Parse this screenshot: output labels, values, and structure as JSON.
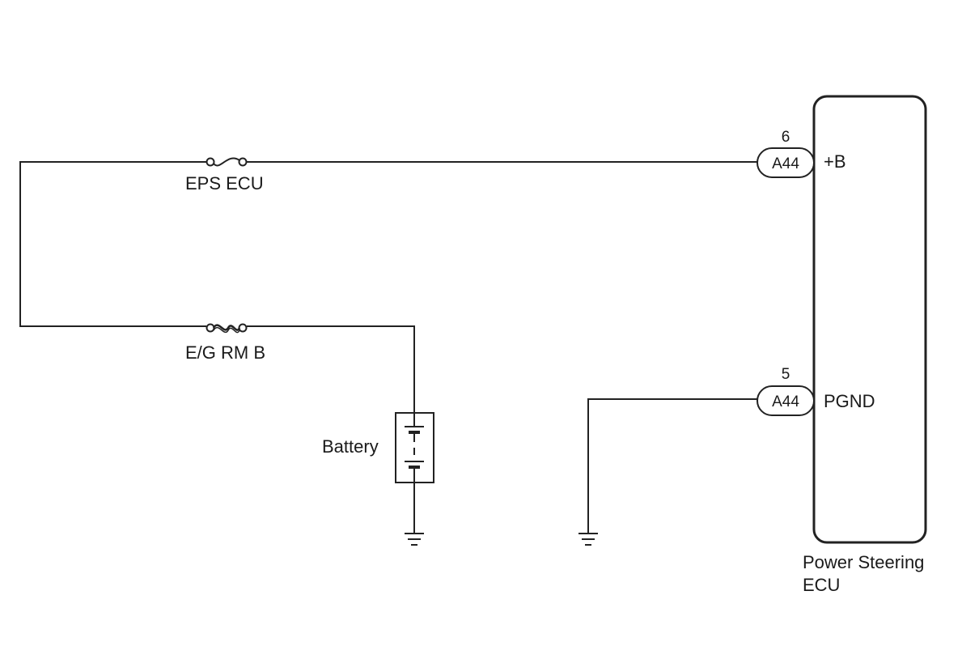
{
  "fuses": {
    "eps_ecu": "EPS ECU",
    "eg_rm_b": "E/G RM B"
  },
  "battery": {
    "label": "Battery"
  },
  "ecu": {
    "name_line1": "Power Steering",
    "name_line2": "ECU"
  },
  "connectors": [
    {
      "id": "A44",
      "pin": "6",
      "terminal": "+B"
    },
    {
      "id": "A44",
      "pin": "5",
      "terminal": "PGND"
    }
  ],
  "colors": {
    "wire": "#222222",
    "text": "#1a1a1a"
  }
}
